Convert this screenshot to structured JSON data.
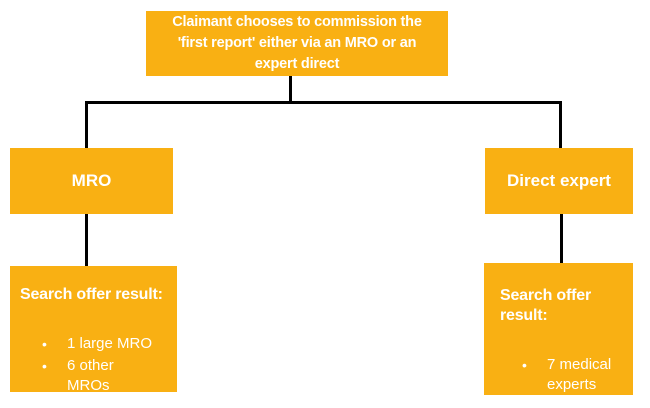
{
  "theme": {
    "background": "#FFFFFF",
    "box_color": "#F9B013",
    "text_color": "#FFFFFF",
    "line_color": "#000000"
  },
  "flowchart": {
    "root": {
      "label": "Claimant chooses to commission the 'first report' either via an MRO or an expert direct"
    },
    "branches": {
      "mro": {
        "label": "MRO",
        "result": {
          "heading": "Search offer result:",
          "bullets": [
            "1 large MRO",
            "6 other MROs"
          ]
        }
      },
      "direct": {
        "label": "Direct expert",
        "result": {
          "heading": "Search offer result:",
          "bullets": [
            "7 medical experts"
          ]
        }
      }
    }
  }
}
